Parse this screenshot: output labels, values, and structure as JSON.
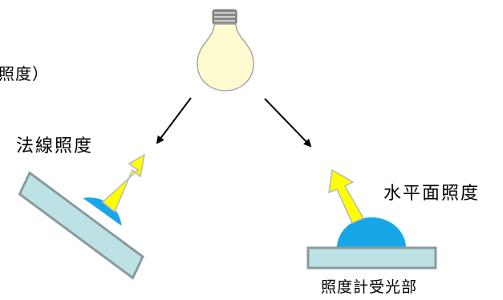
{
  "labels": {
    "partial": "照度）",
    "normal_illuminance": "法線照度",
    "horizontal_illuminance": "水平面照度",
    "sensor": "照度計受光部"
  },
  "colors": {
    "bulb_glass": "#fffbd0",
    "bulb_base": "#8a8a8a",
    "sensor_dome": "#17a7e8",
    "sensor_plate": "#bde2e5",
    "plate_border": "#8a9a9a",
    "light_arrow": "#ffff00",
    "light_arrow_outline": "#b8b8b8",
    "direction_arrow": "#000000"
  },
  "icons": {
    "light_source": "light-bulb-icon"
  }
}
